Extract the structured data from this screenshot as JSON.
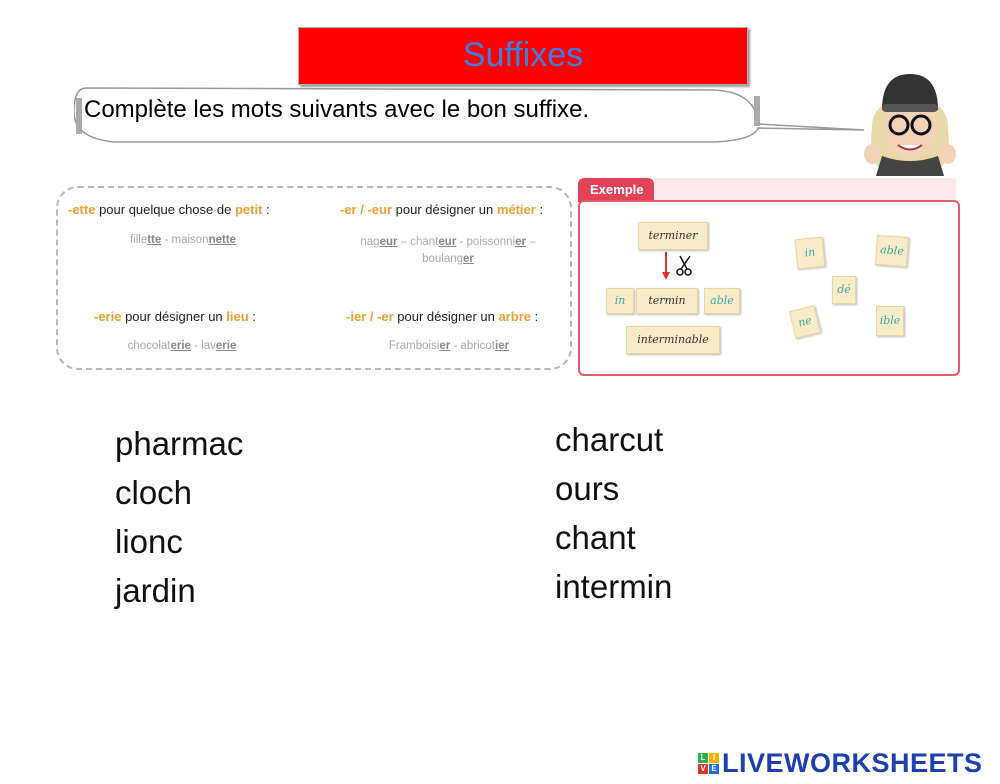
{
  "title": "Suffixes",
  "instruction": "Complète les mots suivants avec le bon suffixe.",
  "rules": [
    {
      "suffix": "-ette",
      "text": " pour quelque chose de ",
      "keyword": "petit",
      "end": " :",
      "example_parts": [
        "fille",
        "tte",
        " - maison",
        "nette",
        ""
      ]
    },
    {
      "suffix": "-er / -eur",
      "text": " pour désigner un ",
      "keyword": "métier",
      "end": " :",
      "example_parts": [
        "nag",
        "eur",
        " – chant",
        "eur",
        " - poissonni",
        "er",
        " –",
        "boulang",
        "er"
      ]
    },
    {
      "suffix": "-erie",
      "text": " pour désigner un ",
      "keyword": "lieu",
      "end": " :",
      "example_parts": [
        "chocolat",
        "erie",
        " - lav",
        "erie"
      ]
    },
    {
      "suffix": "-ier / -er",
      "text": " pour désigner un ",
      "keyword": "arbre",
      "end": " :",
      "example_parts": [
        "Framboisi",
        "er",
        " - abricot",
        "ier"
      ]
    }
  ],
  "example": {
    "tab": "Exemple",
    "tiles": [
      "terminer",
      "in",
      "termin",
      "able",
      "interminable",
      "in",
      "able",
      "dé",
      "ne",
      "ible"
    ]
  },
  "words_left": [
    "pharmac",
    "cloch",
    "lionc",
    "jardin"
  ],
  "words_right": [
    "charcut",
    "ours",
    "chant",
    "intermin"
  ],
  "logo": {
    "text": "LIVEWORKSHEETS",
    "grid": [
      "L",
      "I",
      "V",
      "E"
    ]
  },
  "colors": {
    "title_bg": "#ff0000",
    "title_text": "#3d7ede",
    "suffix": "#f0a030",
    "example_red": "#e04456",
    "logo": "#1e3fae"
  }
}
